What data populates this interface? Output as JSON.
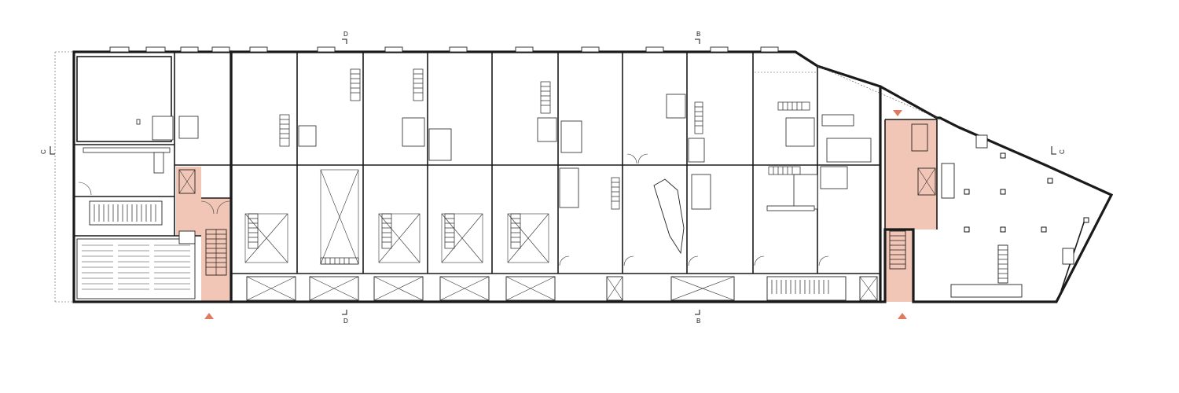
{
  "colors": {
    "walls": "#1a1a1a",
    "core_highlight": "#f2c6b6",
    "entrance_marker": "#e07a5f",
    "background": "#ffffff"
  },
  "section_marks": {
    "d_top": "D",
    "d_bottom": "D",
    "b_top": "B",
    "b_bottom": "B",
    "c_left": "C",
    "c_right": "C"
  },
  "icons": [
    "entrance-marker-icon",
    "section-cut-icon",
    "stair-icon",
    "door-swing-icon",
    "column-icon"
  ]
}
